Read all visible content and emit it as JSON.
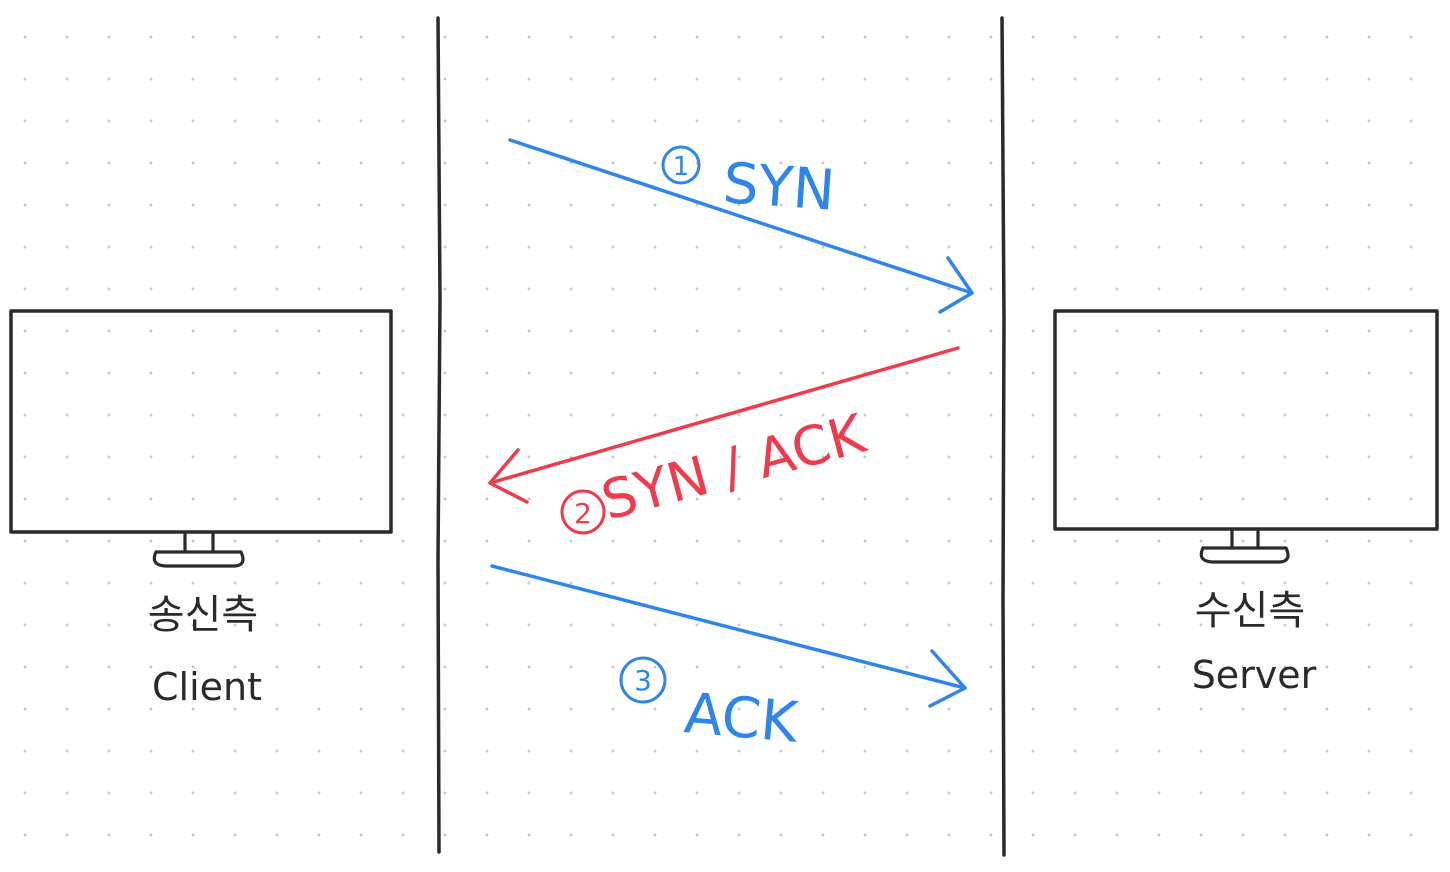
{
  "client": {
    "label_ko": "송신측",
    "label_en": "Client"
  },
  "server": {
    "label_ko": "수신측",
    "label_en": "Server"
  },
  "steps": [
    {
      "number": "1",
      "label": "SYN",
      "direction": "client-to-server",
      "color": "#2f86ea"
    },
    {
      "number": "2",
      "label": "SYN / ACK",
      "direction": "server-to-client",
      "color": "#ef3b4c"
    },
    {
      "number": "3",
      "label": "ACK",
      "direction": "client-to-server",
      "color": "#2f86ea"
    }
  ],
  "colors": {
    "line": "#2a2a2a",
    "grid_dot": "#c9c9c9",
    "background": "#ffffff"
  }
}
